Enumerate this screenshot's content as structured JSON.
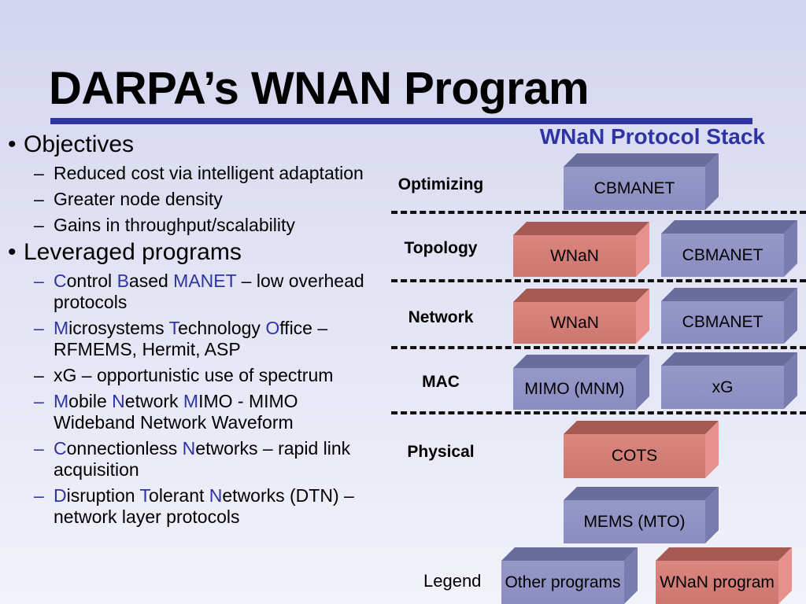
{
  "title": "DARPA’s WNAN Program",
  "bullets": {
    "objectives": "Objectives",
    "objective_items": [
      "Reduced cost via intelligent adaptation",
      "Greater node density",
      "Gains in throughput/scalability"
    ],
    "leveraged": "Leveraged programs",
    "cbmanet": {
      "c": "C",
      "ontrol": "ontrol ",
      "b": "B",
      "ased": "ased ",
      "manet": "MANET",
      "rest": " – low overhead protocols"
    },
    "mto": {
      "m": "M",
      "icrosystems": "icrosystems ",
      "t": "T",
      "echnology": "echnology ",
      "o": "O",
      "ffice": "ffice – RFMEMS, Hermit, ASP"
    },
    "xg": "xG – opportunistic use of spectrum",
    "mnm": {
      "m1": "M",
      "obile": "obile ",
      "n": "N",
      "etwork": "etwork ",
      "m2": "M",
      "rest": "IMO  - MIMO Wideband Network Waveform"
    },
    "conn": {
      "c": "C",
      "onnectionless": "onnectionless ",
      "n": "N",
      "rest": "etworks  – rapid link acquisition"
    },
    "dtn": {
      "d": "D",
      "isruption": "isruption ",
      "t": "T",
      "olerant": "olerant ",
      "n": "N",
      "rest": "etworks (DTN) – network layer protocols"
    }
  },
  "stack": {
    "title": "WNaN Protocol Stack",
    "layers": [
      "Optimizing",
      "Topology",
      "Network",
      "MAC",
      "Physical"
    ],
    "boxes": {
      "optimizing_cbmanet": "CBMANET",
      "topology_wnan": "WNaN",
      "topology_cbmanet": "CBMANET",
      "network_wnan": "WNaN",
      "network_cbmanet": "CBMANET",
      "mac_mimo": "MIMO (MNM)",
      "mac_xg": "xG",
      "physical_cots": "COTS",
      "mems": "MEMS (MTO)"
    },
    "legend": {
      "label": "Legend",
      "other": "Other programs",
      "wnan": "WNaN program"
    }
  },
  "colors": {
    "accent_blue": "#2e34a4",
    "other_programs": "#8b8dc1",
    "wnan_program": "#cd7670"
  }
}
